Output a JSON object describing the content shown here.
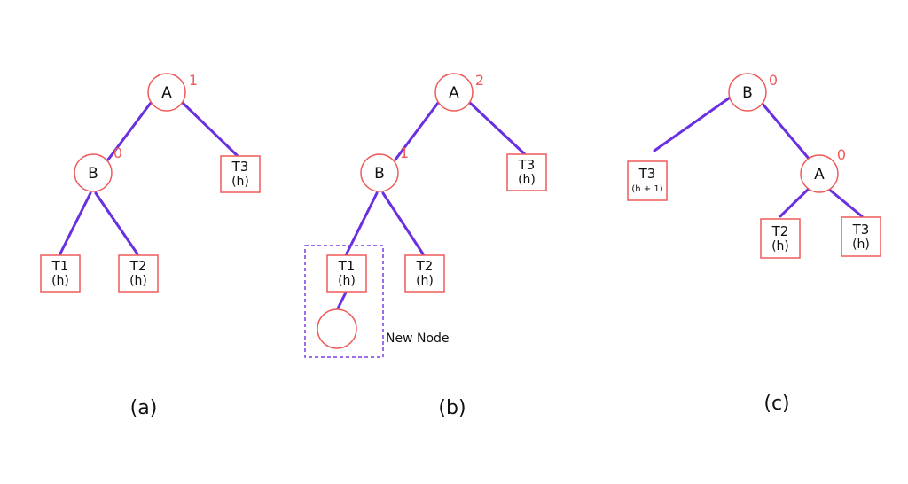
{
  "colors": {
    "edge": "#6a2fe0",
    "node_stroke": "#ef5a5a",
    "balance_factor": "#ef5a5a",
    "dashed_box": "#7b3fe4"
  },
  "panel_a": {
    "caption": "(a)",
    "node_a": {
      "label": "A",
      "balance": "1"
    },
    "node_b": {
      "label": "B",
      "balance": "0"
    },
    "t1": {
      "label": "T1",
      "height": "(h)"
    },
    "t2": {
      "label": "T2",
      "height": "(h)"
    },
    "t3": {
      "label": "T3",
      "height": "(h)"
    }
  },
  "panel_b": {
    "caption": "(b)",
    "node_a": {
      "label": "A",
      "balance": "2"
    },
    "node_b": {
      "label": "B",
      "balance": "1"
    },
    "t1": {
      "label": "T1",
      "height": "(h)"
    },
    "t2": {
      "label": "T2",
      "height": "(h)"
    },
    "t3": {
      "label": "T3",
      "height": "(h)"
    },
    "new_node_label": "New Node"
  },
  "panel_c": {
    "caption": "(c)",
    "node_b": {
      "label": "B",
      "balance": "0"
    },
    "node_a": {
      "label": "A",
      "balance": "0"
    },
    "t3_left": {
      "label": "T3",
      "height": "(h + 1)"
    },
    "t2": {
      "label": "T2",
      "height": "(h)"
    },
    "t3": {
      "label": "T3",
      "height": "(h)"
    }
  }
}
